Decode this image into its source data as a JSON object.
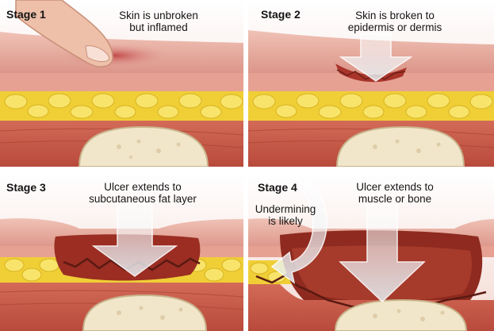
{
  "stages": [
    {
      "label": "Stage 1",
      "caption": [
        "Skin is unbroken",
        "but inflamed"
      ]
    },
    {
      "label": "Stage 2",
      "caption": [
        "Skin is broken to",
        "epidermis or dermis"
      ]
    },
    {
      "label": "Stage 3",
      "caption": [
        "Ulcer extends to",
        "subcutaneous fat layer"
      ]
    },
    {
      "label": "Stage 4",
      "caption": [
        "Ulcer extends to",
        "muscle or bone"
      ],
      "note": [
        "Undermining",
        "is likely"
      ]
    }
  ],
  "colors": {
    "skin": "#e9b1a4",
    "dermis": "#d8857a",
    "fat": "#f2d542",
    "muscle": "#c65544",
    "bone": "#efe4c9",
    "wound": "#8e2a1f",
    "arrow": "#dfeaf0",
    "background": "#f4dcd4"
  },
  "icons": [
    "finger-icon",
    "down-arrow-icon",
    "curved-arrow-icon"
  ]
}
